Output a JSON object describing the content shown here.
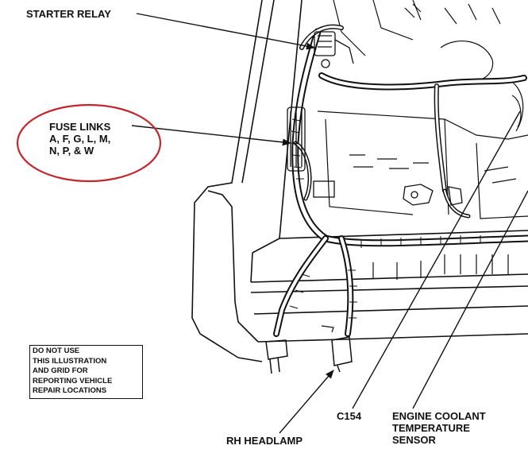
{
  "labels": {
    "starter_relay": "STARTER RELAY",
    "fuse_links": [
      "FUSE LINKS",
      "A, F, G, L, M,",
      "N, P, & W"
    ],
    "rh_headlamp": "RH HEADLAMP",
    "c154": "C154",
    "engine_coolant_sensor": [
      "ENGINE COOLANT",
      "TEMPERATURE",
      "SENSOR"
    ]
  },
  "notice": [
    "DO NOT USE",
    "THIS ILLUSTRATION",
    "AND GRID FOR",
    "REPORTING VEHICLE",
    "REPAIR LOCATIONS"
  ],
  "colors": {
    "line": "#111111",
    "highlight_circle": "#c0282d",
    "background": "#ffffff"
  }
}
